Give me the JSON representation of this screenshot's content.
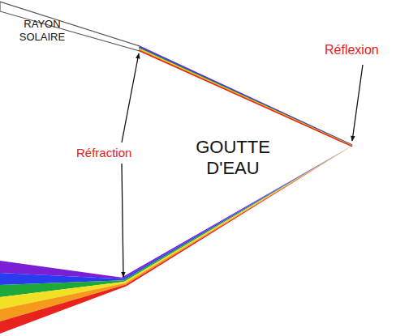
{
  "diagram": {
    "nodes": [
      {
        "text": [
          "GOUTTE D'EAU"
        ]
      }
    ],
    "labels": [
      "RAYON SOLAIRE",
      "Réflexion",
      "Réfraction"
    ]
  }
}
